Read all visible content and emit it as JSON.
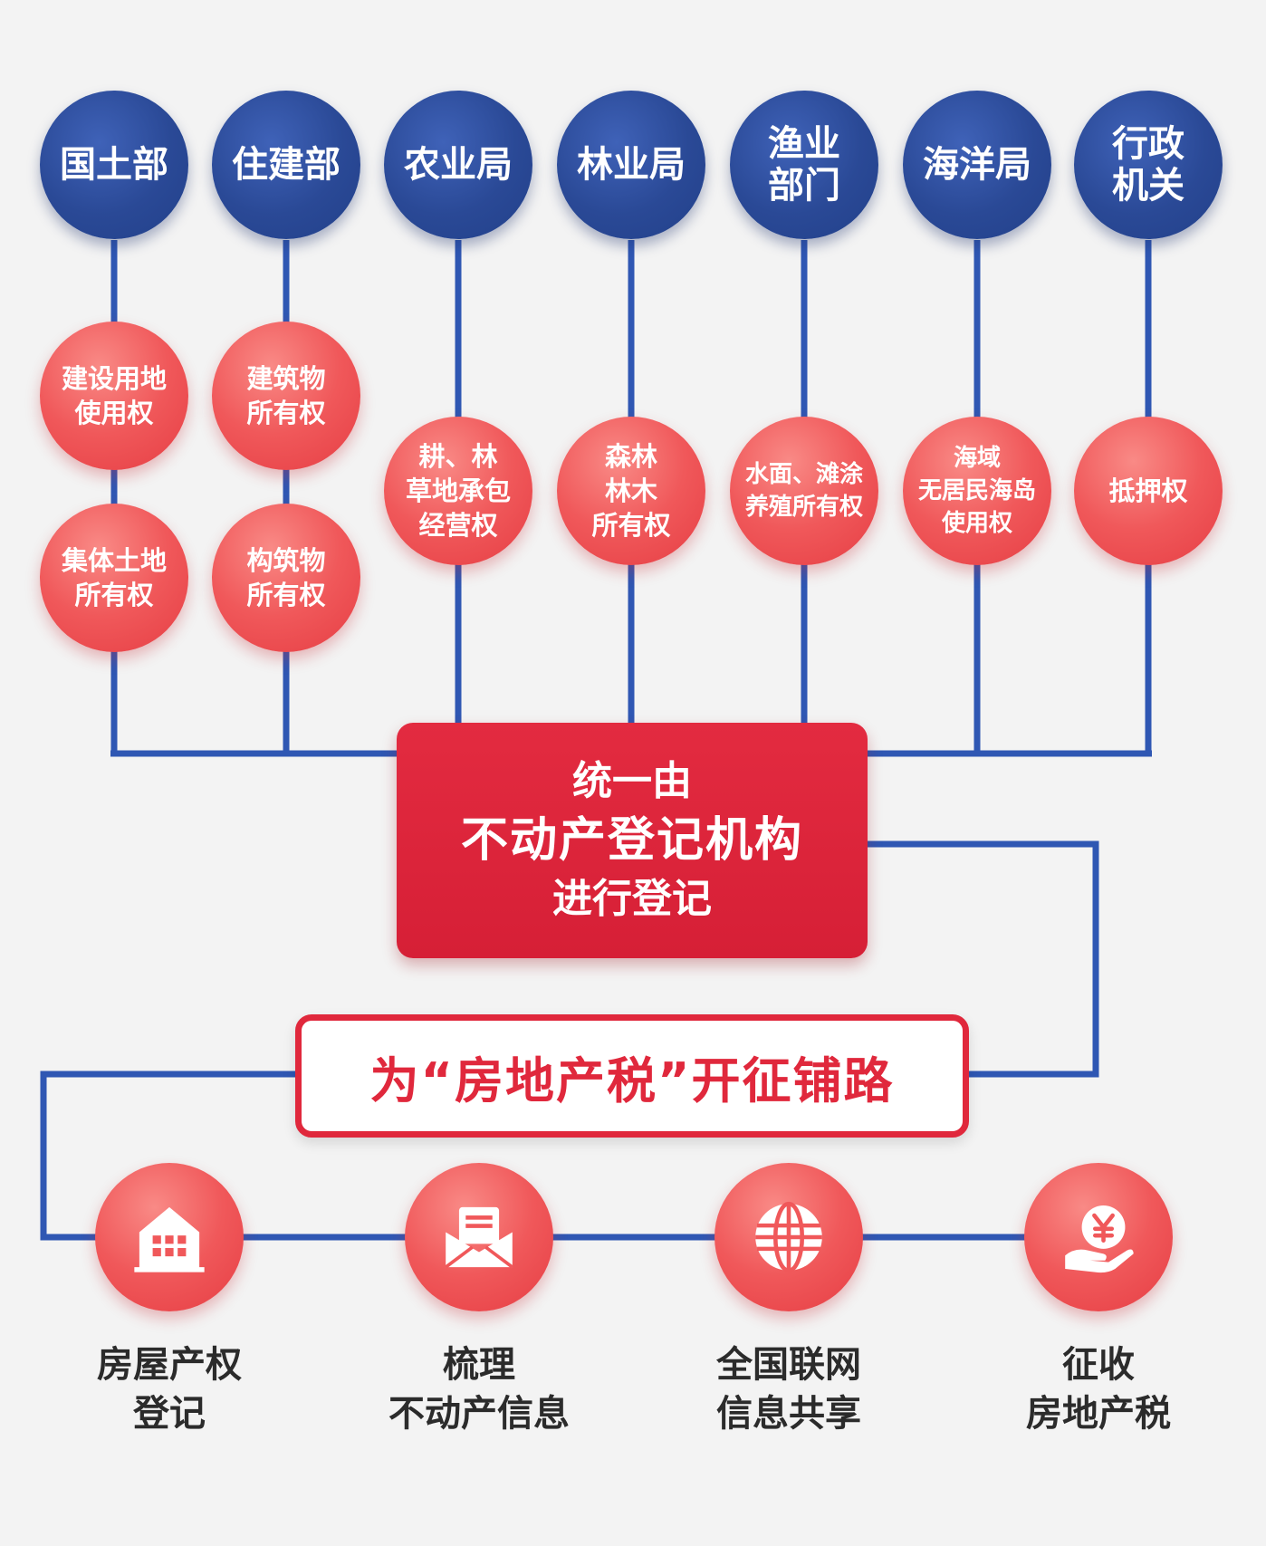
{
  "departments": [
    {
      "name": [
        "国土部"
      ]
    },
    {
      "name": [
        "住建部"
      ]
    },
    {
      "name": [
        "农业局"
      ]
    },
    {
      "name": [
        "林业局"
      ]
    },
    {
      "name": [
        "渔业",
        "部门"
      ]
    },
    {
      "name": [
        "海洋局"
      ]
    },
    {
      "name": [
        "行政",
        "机关"
      ]
    }
  ],
  "rights_upper": [
    {
      "lines": [
        "建设用地",
        "使用权"
      ]
    },
    {
      "lines": [
        "建筑物",
        "所有权"
      ]
    }
  ],
  "rights_lower": [
    {
      "lines": [
        "集体土地",
        "所有权"
      ]
    },
    {
      "lines": [
        "构筑物",
        "所有权"
      ]
    }
  ],
  "rights_middle": [
    {
      "lines": [
        "耕、林",
        "草地承包",
        "经营权"
      ]
    },
    {
      "lines": [
        "森林",
        "林木",
        "所有权"
      ]
    },
    {
      "lines": [
        "水面、滩涂",
        "养殖所有权"
      ]
    },
    {
      "lines": [
        "海域",
        "无居民海岛",
        "使用权"
      ]
    },
    {
      "lines": [
        "抵押权"
      ]
    }
  ],
  "center": {
    "line1": "统一由",
    "line2": "不动产登记机构",
    "line3": "进行登记"
  },
  "slogan": "为“房地产税”开征铺路",
  "steps": [
    {
      "icon": "building-icon",
      "lines": [
        "房屋产权",
        "登记"
      ]
    },
    {
      "icon": "envelope-icon",
      "lines": [
        "梳理",
        "不动产信息"
      ]
    },
    {
      "icon": "globe-icon",
      "lines": [
        "全国联网",
        "信息共享"
      ]
    },
    {
      "icon": "yuan-hand-icon",
      "lines": [
        "征收",
        "房地产税"
      ]
    }
  ],
  "colors": {
    "blue": "#2a4996",
    "line_blue": "#2f57b3",
    "coral": "#f0585a",
    "red": "#d61f36",
    "background": "#f3f3f3"
  }
}
